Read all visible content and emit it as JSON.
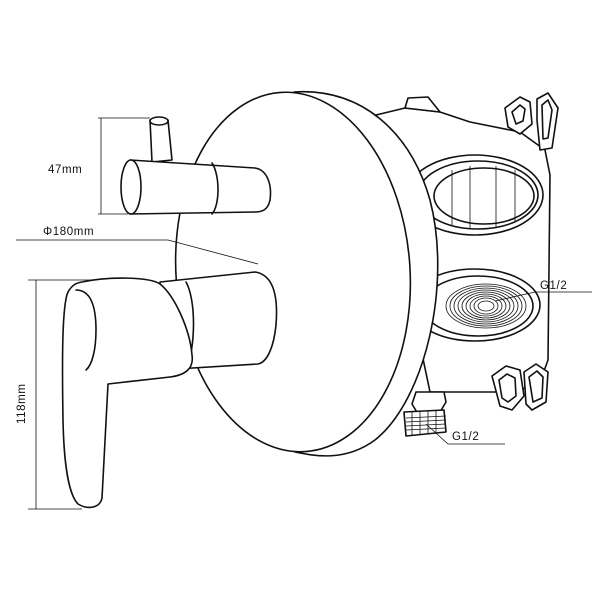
{
  "dimensions": {
    "height_small": "47mm",
    "diameter": "Φ180mm",
    "height_large": "118mm"
  },
  "connections": {
    "side_outlet": "G1/2",
    "bottom_outlet": "G1/2"
  }
}
